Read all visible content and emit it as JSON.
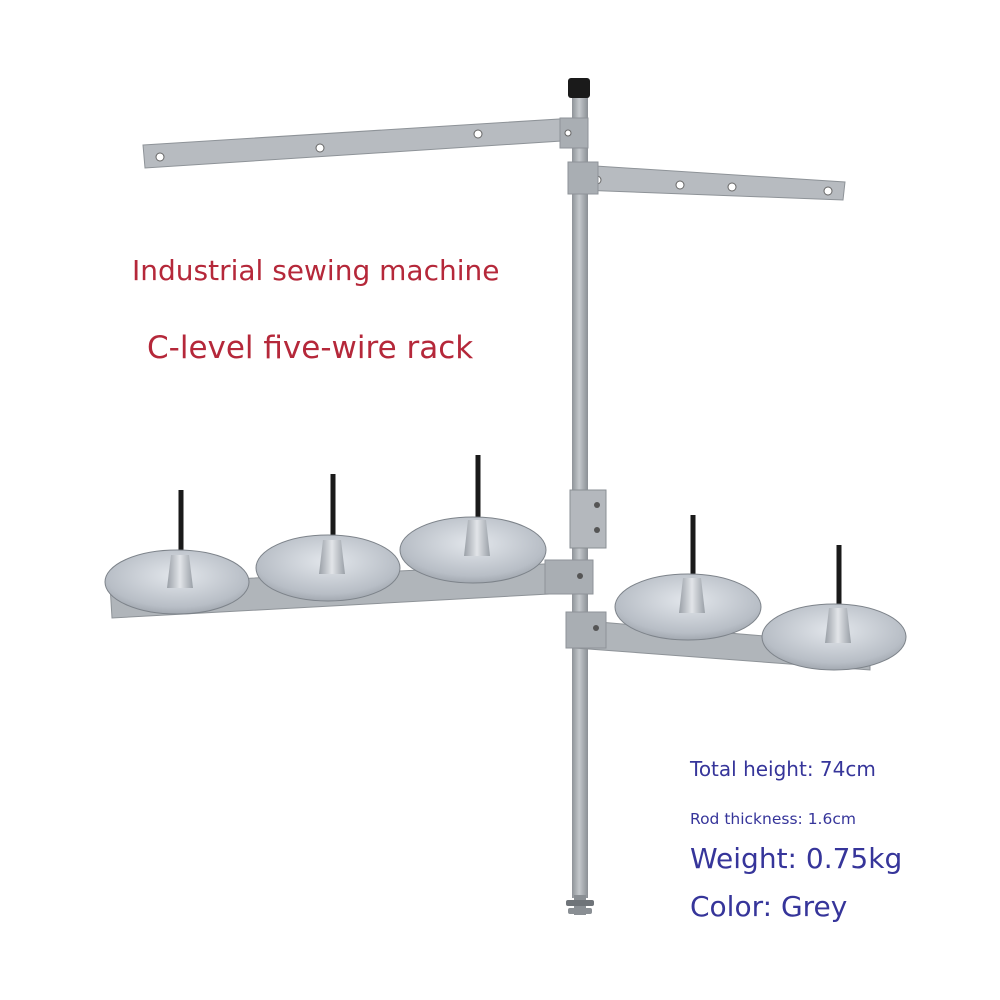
{
  "title": {
    "line1": "Industrial sewing machine",
    "line2": "C-level five-wire rack"
  },
  "specs": {
    "total_height": "Total height: 74cm",
    "rod_thickness": "Rod thickness: 1.6cm",
    "weight": "Weight: 0.75kg",
    "color": "Color: Grey"
  },
  "colors": {
    "title": "#b5283a",
    "specs": "#36359a",
    "metal": "#a9aeb3",
    "spindle": "#1a1a1a"
  }
}
